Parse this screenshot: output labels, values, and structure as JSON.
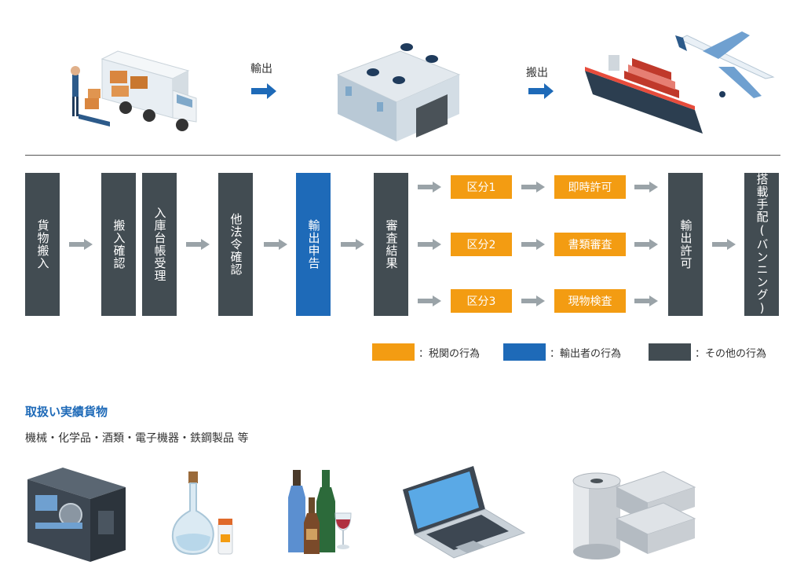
{
  "top_flow": {
    "label1": "輸出",
    "label2": "搬出"
  },
  "flow": {
    "cargo_in": "貨物搬入",
    "in_confirm": "搬入確認",
    "warehouse_receive": "入庫台帳受理",
    "other_law": "他法令確認",
    "export_decl": "輸出申告",
    "review_result": "審査結果",
    "cat1": "区分1",
    "cat2": "区分2",
    "cat3": "区分3",
    "immediate": "即時許可",
    "doc_review": "書類審査",
    "inspection": "現物検査",
    "export_permit": "輸出許可",
    "vanning": "搭載手配(バンニング)"
  },
  "legend": {
    "customs": "：税関の行為",
    "exporter": "：輸出者の行為",
    "other": "：その他の行為"
  },
  "colors": {
    "customs": "#f39c12",
    "exporter": "#1e6ab8",
    "other": "#424c52",
    "arrow": "#9aa3a8",
    "title": "#1e6ab8"
  },
  "goods": {
    "title": "取扱い実績貨物",
    "list": "機械・化学品・酒類・電子機器・鉄鋼製品 等"
  }
}
